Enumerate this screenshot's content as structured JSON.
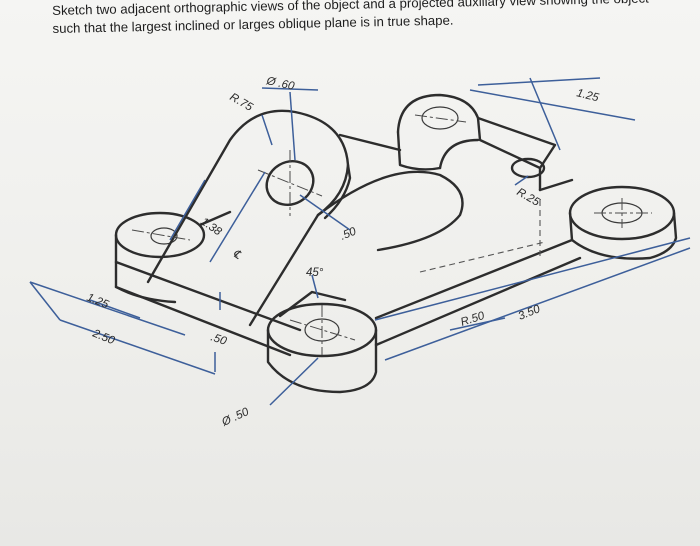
{
  "instructions": {
    "line1": "Sketch two adjacent orthographic views of the object and a projected auxiliary view showing the object",
    "line2": "such that the largest inclined or larges oblique plane is in true shape."
  },
  "dimensions": {
    "dia_top": "Ø .60",
    "radius_top": "R.75",
    "incline_len": "1.38",
    "centerline_mark": "℄",
    "thickness_mid": ".50",
    "angle": "45°",
    "base_height": ".50",
    "left_small": "1.25",
    "left_large": "2.50",
    "dia_bottom": "Ø .50",
    "top_right": "1.25",
    "radius_small": "R.25",
    "radius_bottom": "R.50",
    "right_len": "3.50"
  },
  "colors": {
    "dimension_blue": "#3d5f9a",
    "object_line": "#2d2d2d",
    "paper": "#f3f3f1"
  }
}
